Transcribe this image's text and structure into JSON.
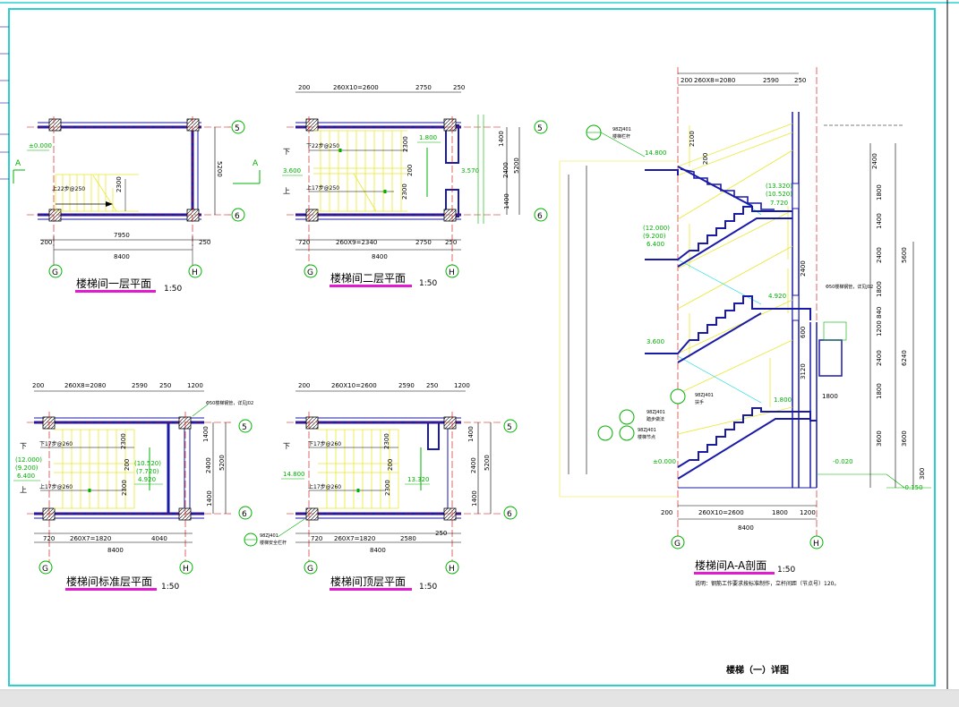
{
  "drawing": {
    "sheet_title": "楼梯（一）详图",
    "colors": {
      "wall": "#1a1aa8",
      "dim": "#000000",
      "stair": "#e8e830",
      "grid": "#00b000",
      "axis": "#d00000",
      "accent": "#e21ad0",
      "frame": "#2ad0d0"
    }
  },
  "plans": [
    {
      "id": "p1",
      "title": "楼梯间一层平面",
      "scale": "1:50",
      "dims_bottom": [
        "200",
        "7950",
        "250"
      ],
      "total": "8400",
      "axis_left": "G",
      "axis_right": "H",
      "axis_top": "5",
      "axis_bottom": "6",
      "side_dim": "5200",
      "inner_dim": "2300",
      "labels": [
        "±0.000",
        "上22步@250"
      ],
      "section_marks": [
        "A",
        "A"
      ]
    },
    {
      "id": "p2",
      "title": "楼梯间二层平面",
      "scale": "1:50",
      "dims_top": [
        "200",
        "260X10=2600",
        "2750",
        "250"
      ],
      "dims_bottom": [
        "720",
        "260X9=2340",
        "2750",
        "250"
      ],
      "total": "8400",
      "axis_left": "G",
      "axis_right": "H",
      "axis_top": "5",
      "axis_bottom": "6",
      "side_dims": [
        "1400",
        "2400",
        "1400"
      ],
      "side_dim": "5200",
      "inner_dims": [
        "2300",
        "200",
        "2300"
      ],
      "labels": [
        "下22步@250",
        "上17步@250",
        "3.600",
        "1.800",
        "下",
        "上",
        "3.570"
      ]
    },
    {
      "id": "p3",
      "title": "楼梯间标准层平面",
      "scale": "1:50",
      "dims_top": [
        "200",
        "260X8=2080",
        "2590",
        "250",
        "1200"
      ],
      "dims_bottom": [
        "720",
        "260X7=1820",
        "4040"
      ],
      "total": "8400",
      "axis_left": "G",
      "axis_right": "H",
      "axis_top": "5",
      "axis_bottom": "6",
      "side_dims": [
        "1400",
        "2400",
        "1400"
      ],
      "side_dim": "5200",
      "inner_dims": [
        "2300",
        "200",
        "2300"
      ],
      "labels": [
        "下17步@260",
        "上17步@260",
        "(12.000)",
        "(9.200)",
        "6.400",
        "(10.520)",
        "(7.720)",
        "4.920",
        "Φ50楼梯钢管，详见J02",
        "下",
        "上"
      ]
    },
    {
      "id": "p4",
      "title": "楼梯间顶层平面",
      "scale": "1:50",
      "dims_top": [
        "200",
        "260X10=2600",
        "2590",
        "250",
        "1200"
      ],
      "dims_bottom": [
        "720",
        "260X7=1820",
        "2580",
        "250"
      ],
      "total": "8400",
      "axis_left": "G",
      "axis_right": "H",
      "axis_top": "5",
      "axis_bottom": "6",
      "side_dims": [
        "1400",
        "2400",
        "1400"
      ],
      "side_dim": "5200",
      "inner_dims": [
        "2300",
        "200",
        "2300"
      ],
      "labels": [
        "下17步@260",
        "上17步@260",
        "14.800",
        "13.320",
        "98ZJ401",
        "楼梯安全栏杆",
        "下"
      ]
    }
  ],
  "section": {
    "title": "楼梯间A-A剖面",
    "scale": "1:50",
    "note": "说明：钢筋工作要求按标准制作，立杆间距（节点号）120。",
    "dims_top": [
      "200",
      "260X8=2080",
      "2590",
      "250"
    ],
    "dims_bottom": [
      "200",
      "260X10=2600",
      "1800",
      "1200"
    ],
    "total": "8400",
    "axis_left": "G",
    "axis_right": "H",
    "right_dims": [
      "2400",
      "1800",
      "1400",
      "2400",
      "1800",
      "840",
      "1200",
      "2400",
      "1800",
      "3600"
    ],
    "right_total": [
      "5600",
      "6240",
      "3600"
    ],
    "levels": [
      "14.800",
      "(13.320)",
      "(10.520)",
      "7.720",
      "(12.000)",
      "(9.200)",
      "6.400",
      "4.920",
      "3.600",
      "1.800",
      "±0.000",
      "-0.020",
      "-0.150"
    ],
    "labels": [
      "98ZJ401",
      "楼梯栏杆",
      "Φ50楼梯钢管，详见J02",
      "98ZJ401",
      "扶手",
      "98ZJ401",
      "踏步做法",
      "98ZJ401",
      "楼梯节点",
      "2100",
      "200",
      "2400",
      "3120",
      "1800",
      "300",
      "600"
    ]
  }
}
